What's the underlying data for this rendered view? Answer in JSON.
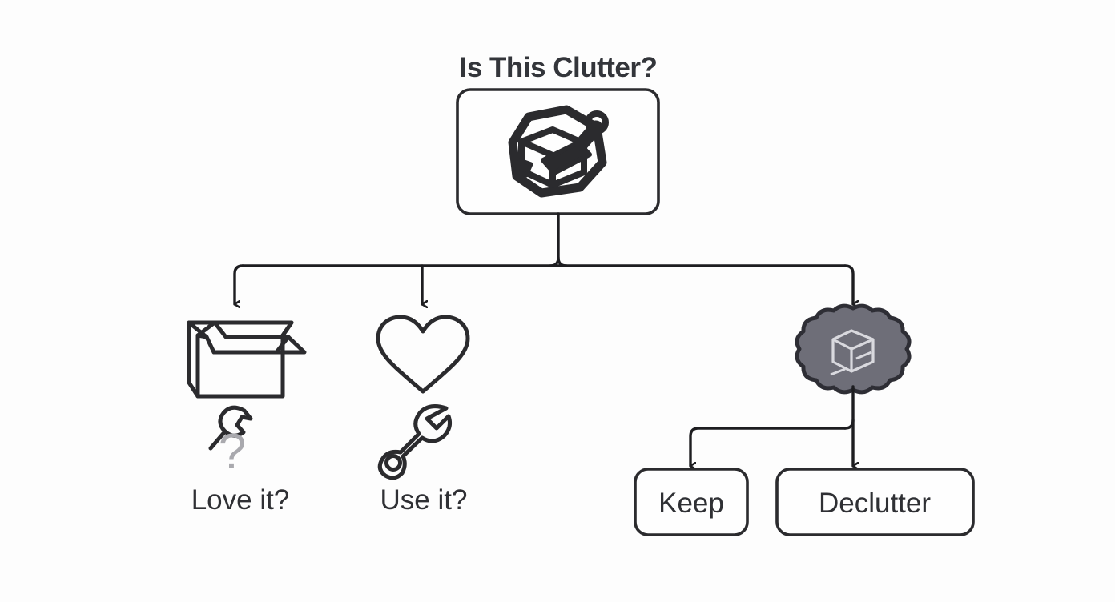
{
  "diagram": {
    "title": "Is This Clutter?",
    "background_color": "#fdfdfd",
    "line_color": "#1d1d20",
    "text_color": "#2f3034",
    "accent_badge_color": "#6e6e78"
  },
  "root": {
    "label": "Is This Clutter?",
    "icon": "boxed-item-tag-icon"
  },
  "branches": [
    {
      "id": "love",
      "label": "Love it?",
      "icons": [
        "open-box-icon",
        "wrench-question-icon"
      ]
    },
    {
      "id": "use",
      "label": "Use it?",
      "icons": [
        "heart-icon",
        "wrench-icon"
      ]
    },
    {
      "id": "badge",
      "label": "",
      "icons": [
        "badge-box-icon"
      ]
    }
  ],
  "outcomes": [
    {
      "id": "keep",
      "label": "Keep"
    },
    {
      "id": "declutter",
      "label": "Declutter"
    }
  ]
}
